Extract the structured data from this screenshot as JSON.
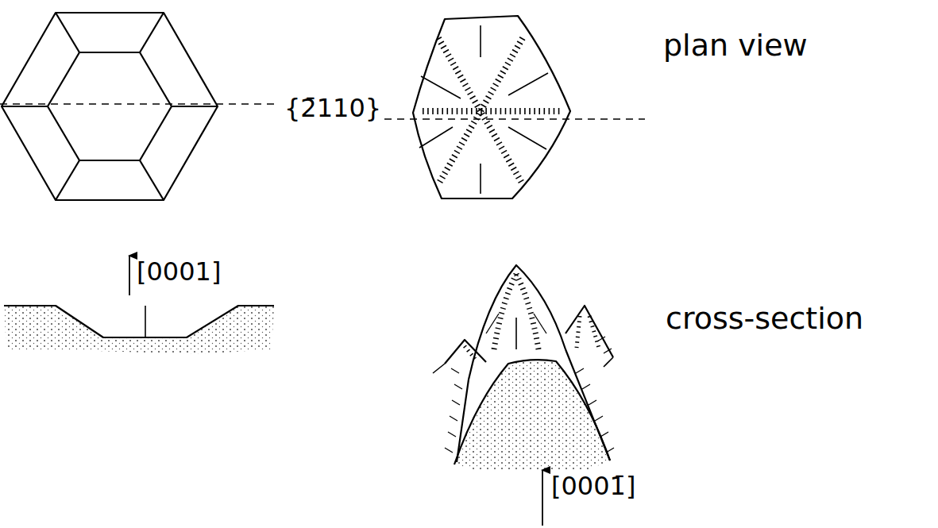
{
  "diagram": {
    "labels": [
      "plan view",
      "{2̄110}",
      "cross-section",
      "[0001]",
      "[0001̄]"
    ]
  }
}
